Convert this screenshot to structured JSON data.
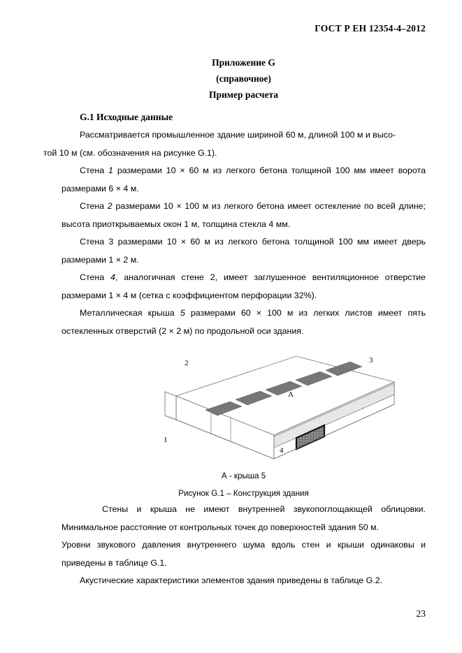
{
  "document": {
    "standard_header": "ГОСТ Р ЕН 12354-4–2012",
    "page_number": "23"
  },
  "title_block": {
    "appendix": "Приложение G",
    "kind": "(справочное)",
    "subject": "Пример расчета"
  },
  "section": {
    "heading": "G.1 Исходные данные"
  },
  "paragraphs": {
    "p1_a": "Рассматривается промышленное здание шириной 60 м, длиной 100 м и высо-",
    "p1_b": "той 10 м (см. обозначения на рисунке G.1).",
    "p2_pre": "Стена ",
    "p2_num": "1",
    "p2_post": " размерами 10 × 60 м из легкого бетона толщиной 100 мм имеет ворота размерами 6 × 4 м.",
    "p3_pre": "Стена ",
    "p3_num": "2",
    "p3_post": " размерами 10 × 100 м из легкого бетона имеет остекление по всей длине; высота приоткрываемых окон 1 м, толщина стекла 4 мм.",
    "p4": "Стена 3 размерами 10 × 60 м из легкого бетона толщиной 100 мм имеет дверь размерами 1 × 2 м.",
    "p5_pre": "Стена ",
    "p5_num": "4",
    "p5_post": ", аналогичная стене 2, имеет заглушенное вентиляционное отверстие размерами 1 × 4 м (сетка с коэффициентом перфорации 32%).",
    "p6_pre": "Металлическая крыша ",
    "p6_num": "5",
    "p6_post": " размерами 60 × 100 м из легких листов имеет пять остекленных отверстий (2 × 2 м) по продольной оси здания.",
    "p7": "Стены и крыша не имеют внутренней звукопоглощающей облицовки. Минимальное расстояние от контрольных точек до поверхностей здания 50 м.",
    "p8": "Уровни звукового давления внутреннего шума вдоль стен и крыши одинаковы и приведены в таблице G.1.",
    "p9": "Акустические характеристики элементов здания приведены в таблице G.2."
  },
  "figure": {
    "legend": "А - крыша 5",
    "caption": "Рисунок G.1 – Конструкция здания",
    "labels": {
      "wall1": "1",
      "wall2": "2",
      "wall3": "3",
      "wall4": "4",
      "roof": "А"
    },
    "colors": {
      "outline": "#555555",
      "skylight_fill": "#777777",
      "glazing_fill": "#f2f2f2",
      "vent_fill": "#3a3a3a",
      "roof_fill": "#ffffff",
      "wall_fill": "#ffffff"
    }
  }
}
